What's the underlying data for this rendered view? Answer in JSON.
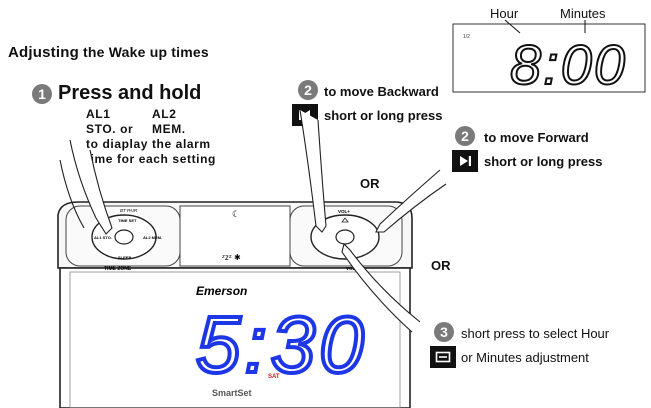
{
  "title": {
    "prefix": "Adjusting",
    "rest": " the Wake up times"
  },
  "step1": {
    "number": "1",
    "heading": "Press and hold",
    "line1a": "AL1",
    "line1b": "AL2",
    "line2a": "STO. or",
    "line2b": "MEM.",
    "line3": "to diaplay the alarm",
    "line4": "time for each setting"
  },
  "step2_back": {
    "number": "2",
    "line1": "to move Backward",
    "line2": "short or long press",
    "icon": "skip-back-icon"
  },
  "step2_fwd": {
    "number": "2",
    "line1": "to move Forward",
    "line2": "short or long press",
    "icon": "skip-forward-icon"
  },
  "or_label": "OR",
  "step3": {
    "number": "3",
    "line1": "short press to select Hour",
    "line2": "or Minutes adjustment",
    "icon": "enter-icon"
  },
  "inset": {
    "hour_label": "Hour",
    "minutes_label": "Minutes",
    "page": "1/2",
    "time": "8:00"
  },
  "clock": {
    "brand": "Emerson",
    "time": "5:30",
    "day": "SAT",
    "model": "SmartSet",
    "time_zone": "TIME ZONE",
    "pair": "BT PAIR",
    "sleep": "SLEEP",
    "time_set": "TIME SET",
    "al1_sto": "AL1 STO.",
    "al2_mem": "AL2 MEM.",
    "vol_plus": "VOL+",
    "vol_minus": "VOL-"
  },
  "colors": {
    "display": "#1d36e6",
    "day": "#d01818",
    "badge": "#7a7a7a"
  }
}
